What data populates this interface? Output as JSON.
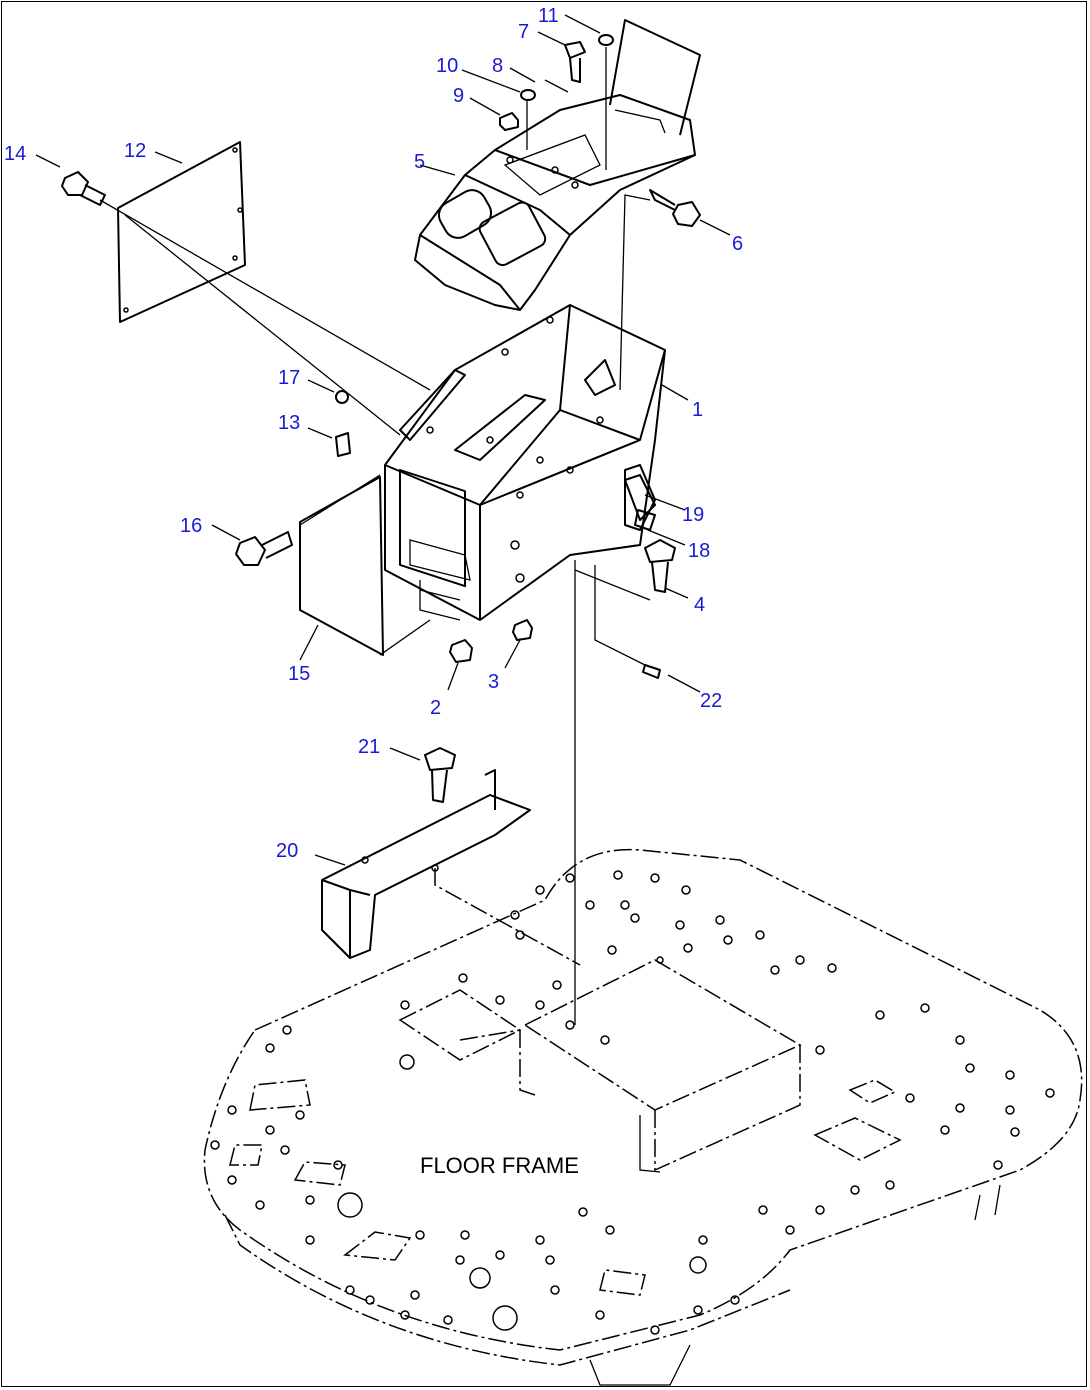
{
  "diagram": {
    "floor_label": "FLOOR FRAME",
    "callouts": [
      {
        "id": "c1",
        "text": "1"
      },
      {
        "id": "c2",
        "text": "2"
      },
      {
        "id": "c3",
        "text": "3"
      },
      {
        "id": "c4",
        "text": "4"
      },
      {
        "id": "c5",
        "text": "5"
      },
      {
        "id": "c6",
        "text": "6"
      },
      {
        "id": "c7",
        "text": "7"
      },
      {
        "id": "c8",
        "text": "8"
      },
      {
        "id": "c9",
        "text": "9"
      },
      {
        "id": "c10",
        "text": "10"
      },
      {
        "id": "c11",
        "text": "11"
      },
      {
        "id": "c12",
        "text": "12"
      },
      {
        "id": "c13",
        "text": "13"
      },
      {
        "id": "c14",
        "text": "14"
      },
      {
        "id": "c15",
        "text": "15"
      },
      {
        "id": "c16",
        "text": "16"
      },
      {
        "id": "c17",
        "text": "17"
      },
      {
        "id": "c18",
        "text": "18"
      },
      {
        "id": "c19",
        "text": "19"
      },
      {
        "id": "c20",
        "text": "20"
      },
      {
        "id": "c21",
        "text": "21"
      },
      {
        "id": "c22",
        "text": "22"
      }
    ],
    "colors": {
      "callout": "#1a1ad6",
      "line": "#000000",
      "background": "#ffffff"
    }
  }
}
